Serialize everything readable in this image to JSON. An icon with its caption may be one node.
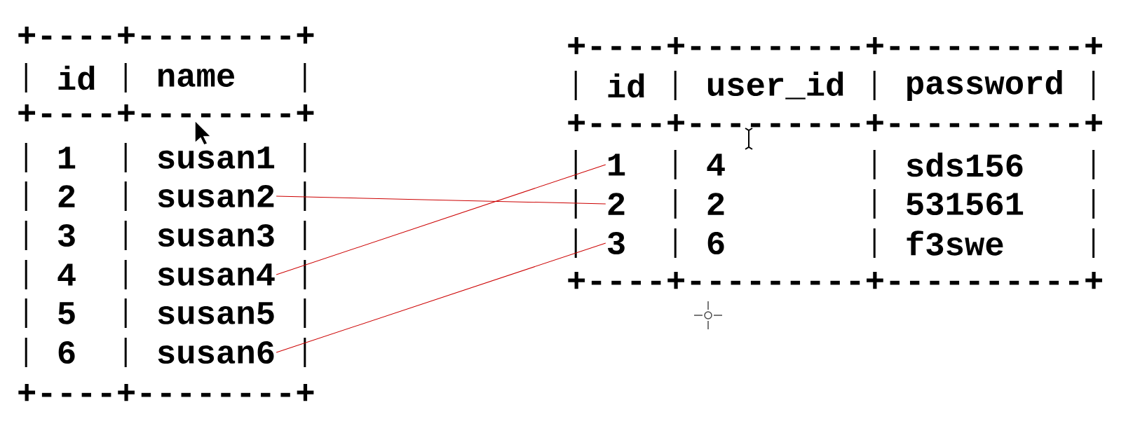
{
  "diagram": {
    "nodes": [
      {
        "text": [
          "susan2"
        ]
      },
      {
        "text": [
          "susan4"
        ]
      },
      {
        "text": [
          "susan6"
        ]
      },
      {
        "text": [
          "1"
        ]
      },
      {
        "text": [
          "2"
        ]
      },
      {
        "text": [
          "3"
        ]
      }
    ],
    "edges": [
      {
        "from": 0,
        "to": 4,
        "arrow": "none"
      },
      {
        "from": 1,
        "to": 3,
        "arrow": "none"
      },
      {
        "from": 2,
        "to": 5,
        "arrow": "none"
      }
    ],
    "labels": [
      "+----+--------+",
      "id",
      "name",
      "+----+--------+",
      "1",
      "susan1",
      "2",
      "3",
      "susan3",
      "4",
      "5",
      "susan5",
      "6",
      "+----+--------+",
      "+----+---------+----------+",
      "id",
      "user_id",
      "password",
      "+----+---------+----------+",
      "4",
      "sds156",
      "2",
      "531561",
      "6",
      "f3swe",
      "+----+---------+----------+"
    ]
  }
}
